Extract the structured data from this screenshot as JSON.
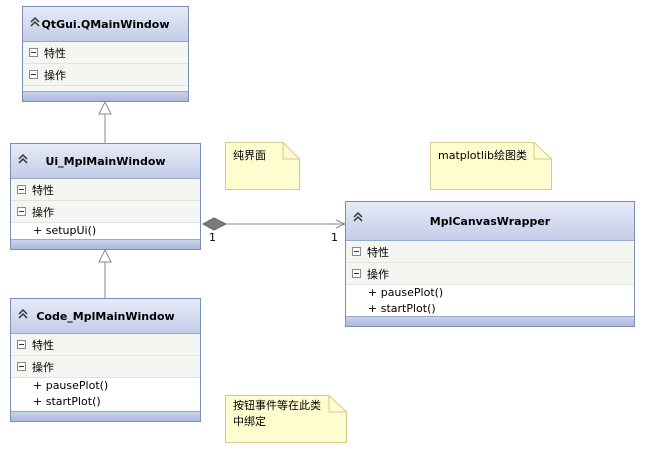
{
  "classes": {
    "qmainwindow": {
      "name": "QtGui.QMainWindow",
      "properties": "特性",
      "operations": "操作",
      "members": []
    },
    "ui_main": {
      "name": "Ui_MplMainWindow",
      "properties": "特性",
      "operations": "操作",
      "members": [
        "+ setupUi()"
      ]
    },
    "code_main": {
      "name": "Code_MplMainWindow",
      "properties": "特性",
      "operations": "操作",
      "members": [
        "+ pausePlot()",
        "+ startPlot()"
      ]
    },
    "canvas": {
      "name": "MplCanvasWrapper",
      "properties": "特性",
      "operations": "操作",
      "members": [
        "+ pausePlot()",
        "+ startPlot()"
      ]
    }
  },
  "notes": {
    "pure_ui": "纯界面",
    "matplotlib": "matplotlib绘图类",
    "bind_events": "按钮事件等在此类\n中绑定"
  },
  "association": {
    "source_multiplicity": "1",
    "target_multiplicity": "1"
  },
  "colors": {
    "header": "#c4cde8",
    "border": "#7b8fb5",
    "note_fill": "#fffdd0",
    "note_border": "#d6c98a"
  }
}
